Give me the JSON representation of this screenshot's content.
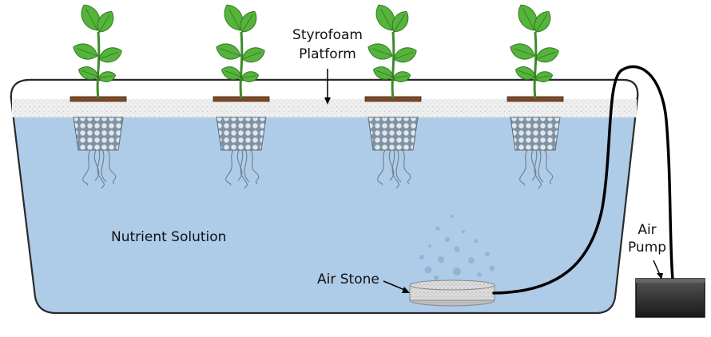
{
  "labels": {
    "platform_line1": "Styrofoam",
    "platform_line2": "Platform",
    "solution": "Nutrient Solution",
    "air_stone": "Air Stone",
    "pump_line1": "Air",
    "pump_line2": "Pump"
  },
  "colors": {
    "water": "#a9c7e6",
    "water_edge": "#2a2a2a",
    "styrofoam": "#ececec",
    "leaf": "#56b33c",
    "leaf_dark": "#2f7a1f",
    "net_pot": "#7c8d9c",
    "tube": "#000000",
    "pump": "#2b2b2b",
    "air_stone": "#d9d9d9"
  },
  "plant_count": 4
}
